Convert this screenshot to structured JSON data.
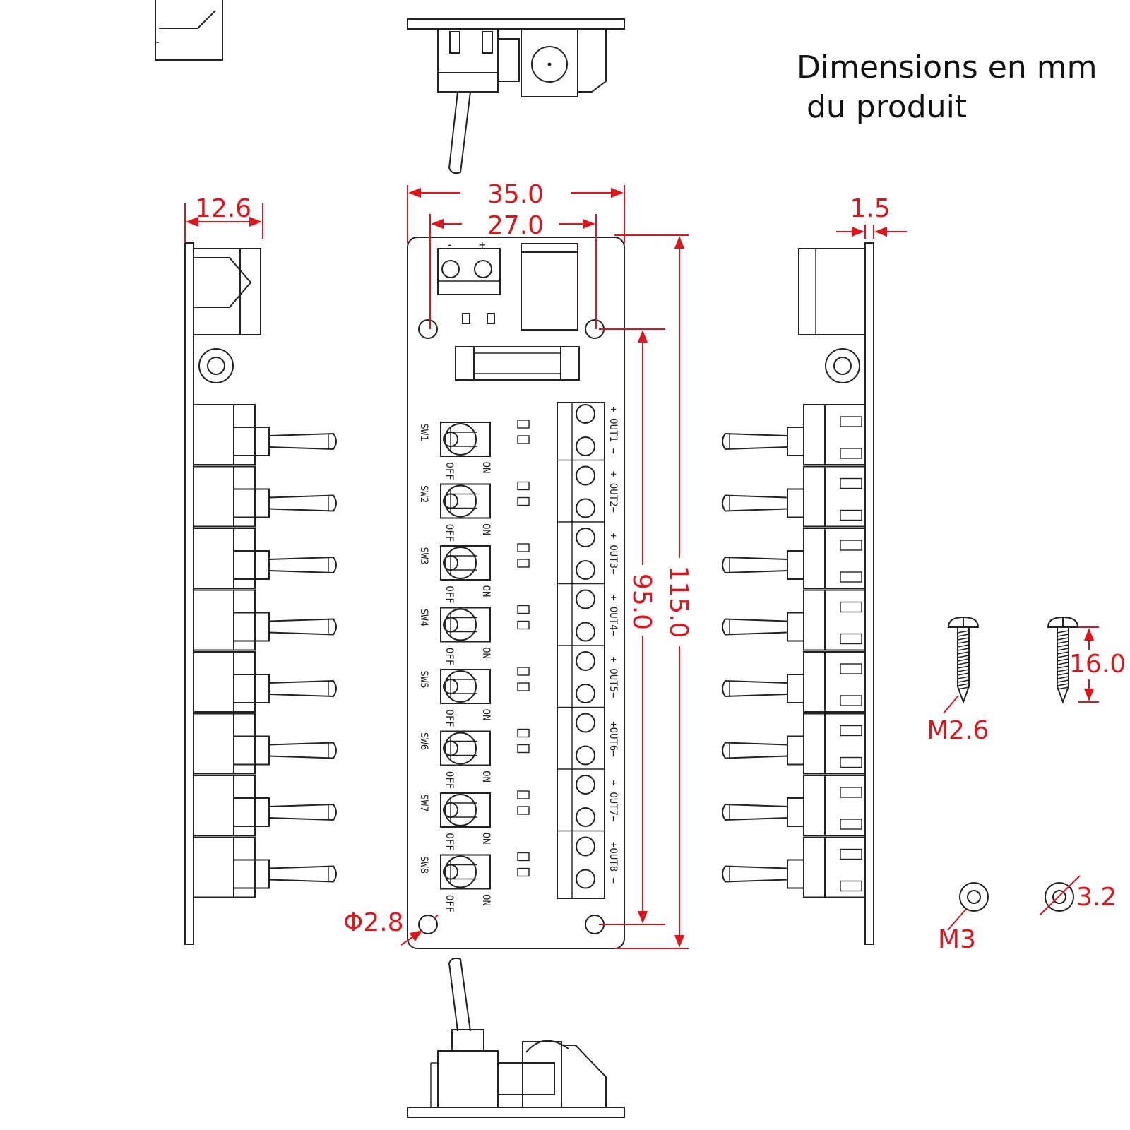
{
  "title": {
    "line1": "Dimensions en mm",
    "line2": "du produit"
  },
  "dimensions": {
    "board_width": "35.0",
    "hole_spacing_width": "27.0",
    "board_length": "115.0",
    "hole_spacing_length": "95.0",
    "side_height": "12.6",
    "board_thickness": "1.5",
    "hole_diameter": "Φ2.8",
    "screw_length": "16.0",
    "washer_inner": "3.2"
  },
  "hardware": {
    "screw_label": "M2.6",
    "washer_label": "M3"
  },
  "power_input": {
    "minus": "-",
    "plus": "+"
  },
  "switches": [
    {
      "label": "SW1",
      "off": "OFF",
      "on": "ON",
      "output": "+ OUT1 −"
    },
    {
      "label": "SW2",
      "off": "OFF",
      "on": "ON",
      "output": "+ OUT2−"
    },
    {
      "label": "SW3",
      "off": "OFF",
      "on": "ON",
      "output": "+ OUT3−"
    },
    {
      "label": "SW4",
      "off": "OFF",
      "on": "ON",
      "output": "+ OUT4−"
    },
    {
      "label": "SW5",
      "off": "OFF",
      "on": "ON",
      "output": "+ OUT5−"
    },
    {
      "label": "SW6",
      "off": "OFF",
      "on": "ON",
      "output": "+OUT6−"
    },
    {
      "label": "SW7",
      "off": "OFF",
      "on": "ON",
      "output": "+ OUT7−"
    },
    {
      "label": "SW8",
      "off": "OFF",
      "on": "ON",
      "output": "+OUT8 −"
    }
  ],
  "colors": {
    "dimension": "#e0141b",
    "outline": "#222222"
  }
}
